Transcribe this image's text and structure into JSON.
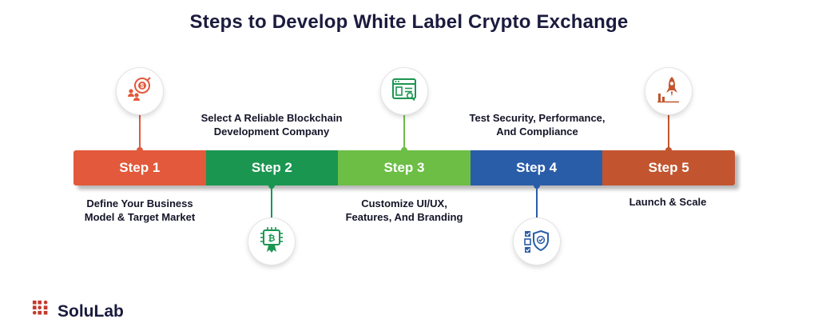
{
  "title": "Steps to Develop White Label Crypto Exchange",
  "steps": [
    {
      "label": "Step 1",
      "color": "#E2593B",
      "description": "Define Your Business\nModel & Target Market",
      "icon": "target-money-icon"
    },
    {
      "label": "Step 2",
      "color": "#1B9651",
      "description": "Select A Reliable Blockchain\nDevelopment Company",
      "icon": "blockchain-chip-icon"
    },
    {
      "label": "Step 3",
      "color": "#6CBE45",
      "description": "Customize UI/UX,\nFeatures, And Branding",
      "icon": "browser-customize-icon"
    },
    {
      "label": "Step 4",
      "color": "#2A5DA8",
      "description": "Test Security, Performance,\nAnd Compliance",
      "icon": "security-shield-icon"
    },
    {
      "label": "Step 5",
      "color": "#C2552F",
      "description": "Launch & Scale",
      "icon": "rocket-launch-icon"
    }
  ],
  "logo": {
    "text": "SoluLab",
    "accent_color": "#C23B2E"
  }
}
